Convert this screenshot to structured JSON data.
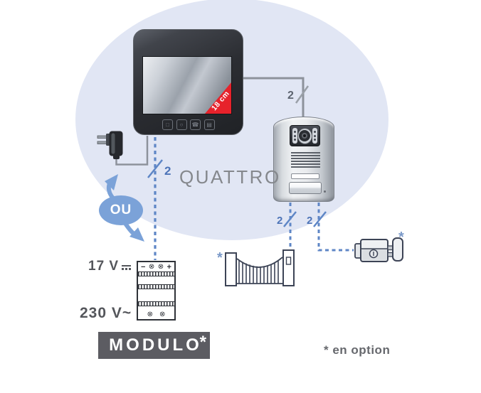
{
  "diagram": {
    "title": "QUATTRO",
    "or_label": "OU",
    "wire_count_label": "2",
    "optional_marker": "*",
    "option_note": "* en option"
  },
  "monitor": {
    "screen_size_banner": "18 cm",
    "buttons": [
      {
        "name": "monitor-key",
        "glyph": "□"
      },
      {
        "name": "key-key",
        "glyph": "○"
      },
      {
        "name": "phone-key",
        "glyph": "☎"
      },
      {
        "name": "intercom-key",
        "glyph": "▤"
      }
    ]
  },
  "power": {
    "dc_label": "17 V",
    "ac_label": "230 V~",
    "terminals": {
      "minus": "−",
      "plus": "+",
      "screw": "⊗"
    }
  },
  "module": {
    "name": "MODULO",
    "asterisk": "*"
  },
  "colors": {
    "accent_blue": "#5e86c6",
    "bubble_blue": "#7ba2d8",
    "ellipse_bg": "#e1e6f4",
    "banner_red": "#e7222b",
    "label_box_gray": "#5c5c62",
    "wire_gray": "#8d929b"
  }
}
